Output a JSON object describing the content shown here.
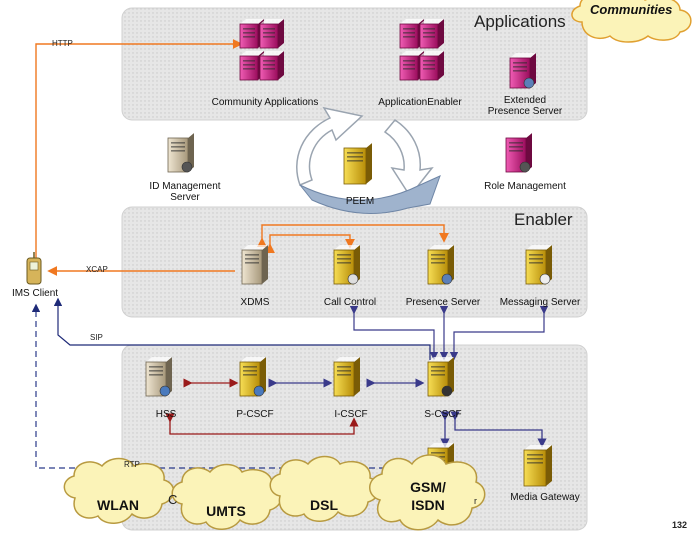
{
  "sections": {
    "applications": "Applications",
    "enabler": "Enabler"
  },
  "corner_cloud": "Communities",
  "nodes": {
    "community_applications": "Community Applications",
    "application_enabler": "ApplicationEnabler",
    "extended_presence": "Extended\nPresence Server",
    "id_management": "ID Management\nServer",
    "peem": "PEEM",
    "role_management": "Role Management",
    "ims_client": "IMS Client",
    "xdms": "XDMS",
    "call_control": "Call Control",
    "presence_server": "Presence Server",
    "messaging_server": "Messaging Server",
    "hss": "HSS",
    "pcscf": "P-CSCF",
    "icscf": "I-CSCF",
    "scscf": "S-CSCF",
    "media_gateway": "Media Gateway"
  },
  "protocols": {
    "http": "HTTP",
    "xcap": "XCAP",
    "sip": "SIP",
    "rtp": "RTP"
  },
  "access_networks": [
    "WLAN",
    "UMTS",
    "DSL",
    "GSM/\nISDN"
  ],
  "partial_letters": {
    "core": "C",
    "mgcf_tail": "r"
  },
  "page_number": "132",
  "colors": {
    "panel": "#e0e0e0",
    "http_xcap": "#f07820",
    "sip": "#1e2a78",
    "rtp": "#2a3a8a",
    "enabler_links": "#f07820",
    "hss_links": "#9a1a1a",
    "core_links": "#3a3a8a",
    "cloud": "#fbf3b8",
    "server_pink": "#d6188a",
    "server_yellow": "#e9c21a",
    "server_beige": "#d9cbb0"
  }
}
